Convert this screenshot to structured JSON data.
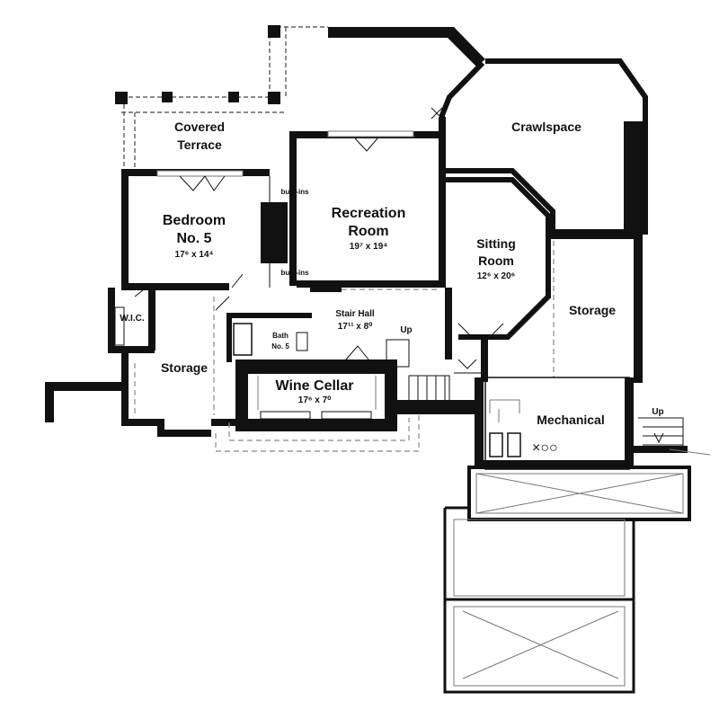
{
  "rooms": {
    "covered_terrace": {
      "line1": "Covered",
      "line2": "Terrace"
    },
    "crawlspace": {
      "name": "Crawlspace"
    },
    "bedroom": {
      "line1": "Bedroom",
      "line2": "No. 5",
      "dims": "17⁶ x 14⁴"
    },
    "recreation": {
      "line1": "Recreation",
      "line2": "Room",
      "dims": "19⁷ x 19⁴"
    },
    "sitting": {
      "line1": "Sitting",
      "line2": "Room",
      "dims": "12⁶ x 20⁶"
    },
    "storage_right": {
      "name": "Storage"
    },
    "storage_left": {
      "name": "Storage"
    },
    "wic": {
      "name": "W.I.C."
    },
    "stair_hall": {
      "name": "Stair Hall",
      "dims": "17¹¹ x 8⁰"
    },
    "bath": {
      "line1": "Bath",
      "line2": "No. 5"
    },
    "wine_cellar": {
      "name": "Wine Cellar",
      "dims": "17⁶ x 7⁰"
    },
    "mechanical": {
      "name": "Mechanical"
    }
  },
  "notes": {
    "builtins_top": "built-ins",
    "builtins_bottom": "built-ins",
    "up_stair": "Up",
    "up_exterior": "Up",
    "mech_symbols": "×○○"
  }
}
